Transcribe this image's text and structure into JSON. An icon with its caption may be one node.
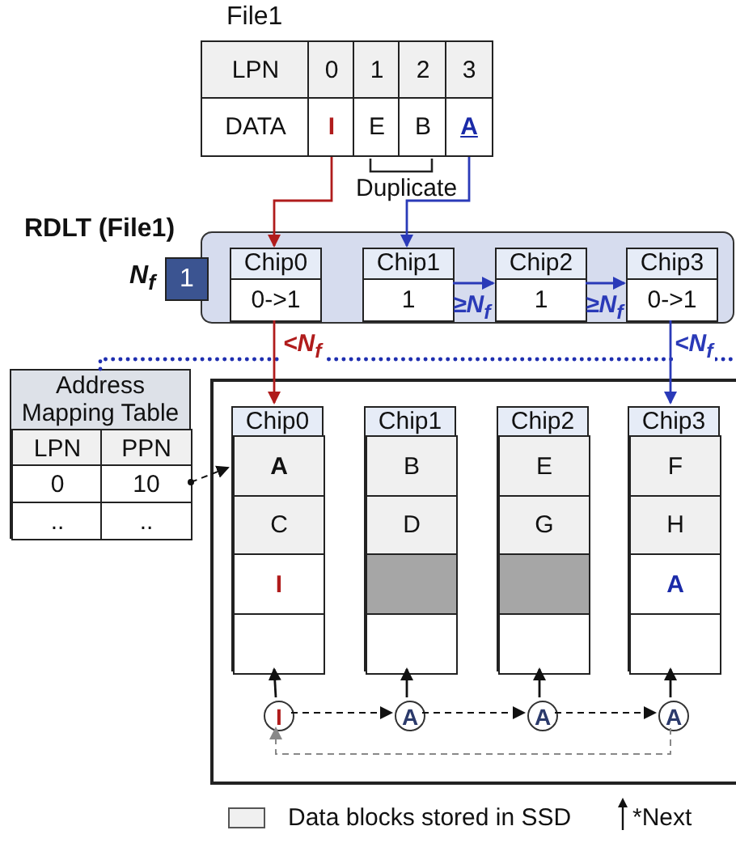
{
  "diagram": {
    "nodes": [
      {
        "text": [
          "File1"
        ]
      },
      {
        "text": [
          "LPN"
        ],
        "in": 0
      },
      {
        "text": [
          "0"
        ],
        "in": 0
      },
      {
        "text": [
          "1"
        ],
        "in": 0
      },
      {
        "text": [
          "2"
        ],
        "in": 0
      },
      {
        "text": [
          "3"
        ],
        "in": 0
      },
      {
        "text": [
          "DATA"
        ],
        "in": 0
      },
      {
        "text": [
          "I"
        ],
        "in": 0
      },
      {
        "text": [
          "E"
        ],
        "in": 0
      },
      {
        "text": [
          "B"
        ],
        "in": 0
      },
      {
        "text": [
          "A"
        ],
        "in": 0
      },
      {
        "text": [
          "RDLT (File1)"
        ]
      },
      {
        "text": [
          "1"
        ],
        "beside": [
          "N$_{f}$"
        ]
      },
      {
        "text": [
          "Chip0",
          "0->1"
        ],
        "in": 11
      },
      {
        "text": [
          "Chip1",
          "1"
        ],
        "in": 11
      },
      {
        "text": [
          "Chip2",
          "1"
        ],
        "in": 11
      },
      {
        "text": [
          "Chip3",
          "0->1"
        ],
        "in": 11
      },
      {
        "text": [
          "Address Mapping Table"
        ]
      },
      {
        "text": [
          "LPN"
        ],
        "in": 17
      },
      {
        "text": [
          "PPN"
        ],
        "in": 17
      },
      {
        "text": [
          "0"
        ],
        "in": 17
      },
      {
        "text": [
          "10"
        ],
        "in": 17
      },
      {
        "text": [
          ".."
        ],
        "in": 17
      },
      {
        "text": [
          ".."
        ],
        "in": 17
      },
      {
        "text": [],
        "shape": "box"
      },
      {
        "text": [
          "Chip0"
        ],
        "in": 24
      },
      {
        "text": [
          "A"
        ],
        "in": 25
      },
      {
        "text": [
          "C"
        ],
        "in": 25
      },
      {
        "text": [
          "I"
        ],
        "in": 25
      },
      {
        "text": [],
        "shape": "box",
        "in": 25
      },
      {
        "text": [
          "Chip1"
        ],
        "in": 24
      },
      {
        "text": [
          "B"
        ],
        "in": 30
      },
      {
        "text": [
          "D"
        ],
        "in": 30
      },
      {
        "text": [],
        "shape": "box",
        "in": 30
      },
      {
        "text": [],
        "shape": "box",
        "in": 30
      },
      {
        "text": [
          "Chip2"
        ],
        "in": 24
      },
      {
        "text": [
          "E"
        ],
        "in": 35
      },
      {
        "text": [
          "G"
        ],
        "in": 35
      },
      {
        "text": [],
        "shape": "box",
        "in": 35
      },
      {
        "text": [],
        "shape": "box",
        "in": 35
      },
      {
        "text": [
          "Chip3"
        ],
        "in": 24
      },
      {
        "text": [
          "F"
        ],
        "in": 40
      },
      {
        "text": [
          "H"
        ],
        "in": 40
      },
      {
        "text": [
          "A"
        ],
        "in": 40
      },
      {
        "text": [],
        "shape": "box",
        "in": 40
      },
      {
        "text": [
          "I"
        ],
        "in": 24
      },
      {
        "text": [
          "A"
        ],
        "in": 24
      },
      {
        "text": [
          "A"
        ],
        "in": 24
      },
      {
        "text": [
          "A"
        ],
        "in": 24
      }
    ],
    "edges": [
      {
        "from": 7,
        "to": 13,
        "arrow": "to",
        "color": "#b01c1c"
      },
      {
        "from": 10,
        "to": 14,
        "arrow": "to",
        "color": "#2a3ab8"
      },
      {
        "from": 14,
        "to": 15,
        "arrow": "to",
        "color": "#2a3ab8",
        "label": "≥N$_{f}$"
      },
      {
        "from": 15,
        "to": 16,
        "arrow": "to",
        "color": "#2a3ab8",
        "label": "≥N$_{f}$"
      },
      {
        "from": 13,
        "to": 25,
        "arrow": "to",
        "color": "#b01c1c",
        "label": "<N$_{f}$"
      },
      {
        "from": 16,
        "to": 40,
        "arrow": "to",
        "color": "#2a3ab8",
        "label": "<N$_{f}$"
      },
      {
        "from": 21,
        "to": 26,
        "arrow": "to",
        "style": "dashed"
      },
      {
        "from": 45,
        "to": 29,
        "arrow": "to"
      },
      {
        "from": 46,
        "to": 34,
        "arrow": "to"
      },
      {
        "from": 47,
        "to": 39,
        "arrow": "to"
      },
      {
        "from": 48,
        "to": 44,
        "arrow": "to"
      },
      {
        "from": 45,
        "to": 46,
        "arrow": "to",
        "style": "dashed"
      },
      {
        "from": 46,
        "to": 47,
        "arrow": "to",
        "style": "dashed"
      },
      {
        "from": 47,
        "to": 48,
        "arrow": "to",
        "style": "dashed"
      },
      {
        "from": 48,
        "to": 45,
        "arrow": "to",
        "style": "dashed",
        "color": "#888888"
      }
    ],
    "labels": [
      "Duplicate"
    ],
    "legend": [
      {
        "text": "Data blocks stored in SSD",
        "color": "#f0f0f0"
      },
      {
        "text": "*Next"
      }
    ]
  }
}
